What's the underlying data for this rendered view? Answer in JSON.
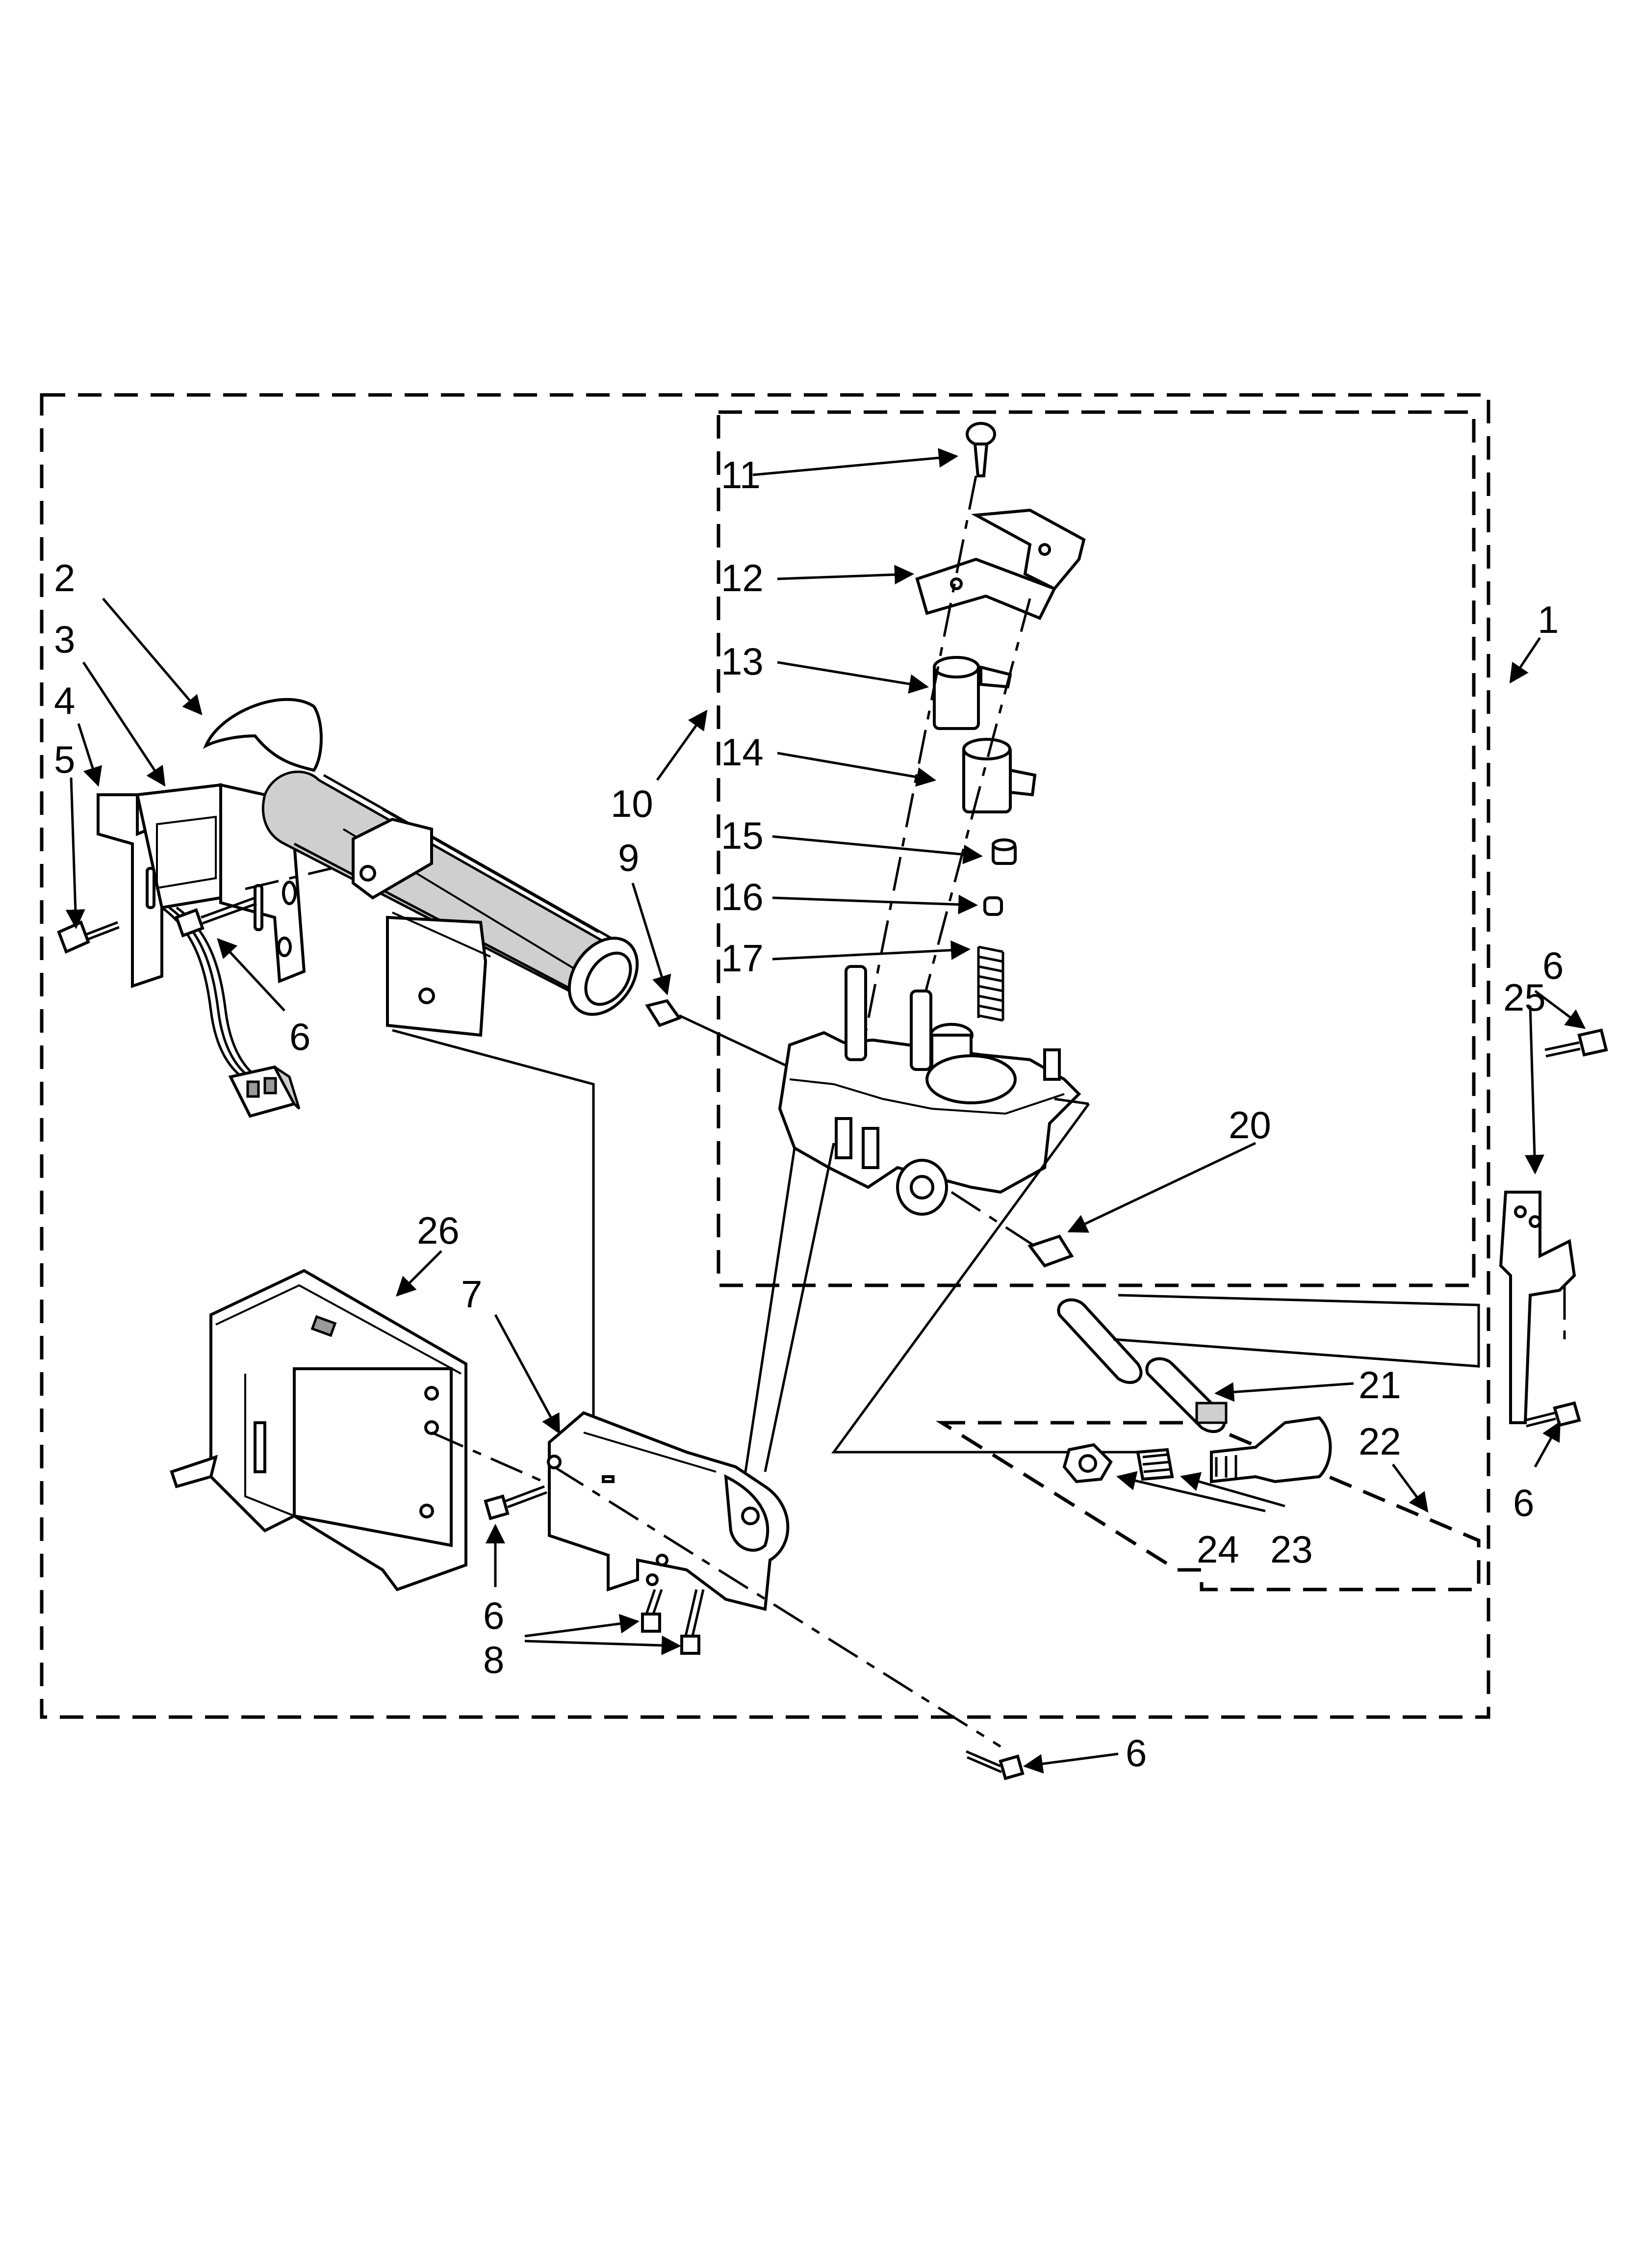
{
  "diagram": {
    "callouts": {
      "c1": "1",
      "c2": "2",
      "c3": "3",
      "c4": "4",
      "c5": "5",
      "c6a": "6",
      "c6b": "6",
      "c6c": "6",
      "c6d": "6",
      "c6e": "6",
      "c7": "7",
      "c8": "8",
      "c9": "9",
      "c10": "10",
      "c11": "11",
      "c12": "12",
      "c13": "13",
      "c14": "14",
      "c15": "15",
      "c16": "16",
      "c17": "17",
      "c20": "20",
      "c21": "21",
      "c22": "22",
      "c23": "23",
      "c24": "24",
      "c25": "25",
      "c26": "26"
    }
  }
}
